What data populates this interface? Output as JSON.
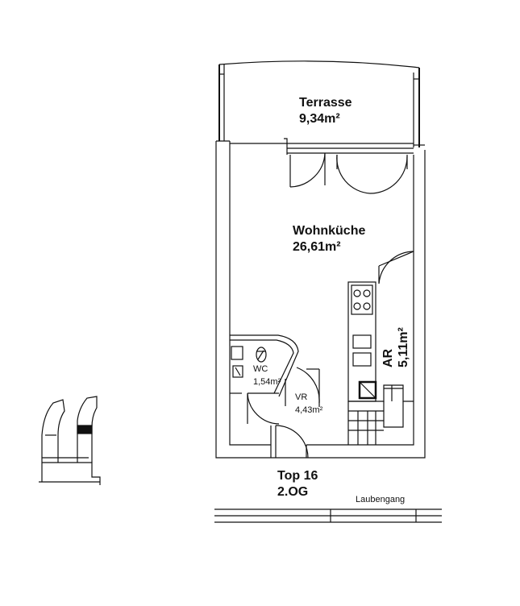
{
  "rooms": {
    "terrasse": {
      "name": "Terrasse",
      "area": "9,34m²"
    },
    "wohnkueche": {
      "name": "Wohnküche",
      "area": "26,61m²"
    },
    "ar": {
      "name": "AR",
      "area": "5,11m²"
    },
    "wc": {
      "name": "WC",
      "area": "1,54m²"
    },
    "vr": {
      "name": "VR",
      "area": "4,43m²"
    }
  },
  "unit": {
    "top": "Top 16",
    "floor": "2.OG"
  },
  "corridor": {
    "label": "Laubengang"
  }
}
